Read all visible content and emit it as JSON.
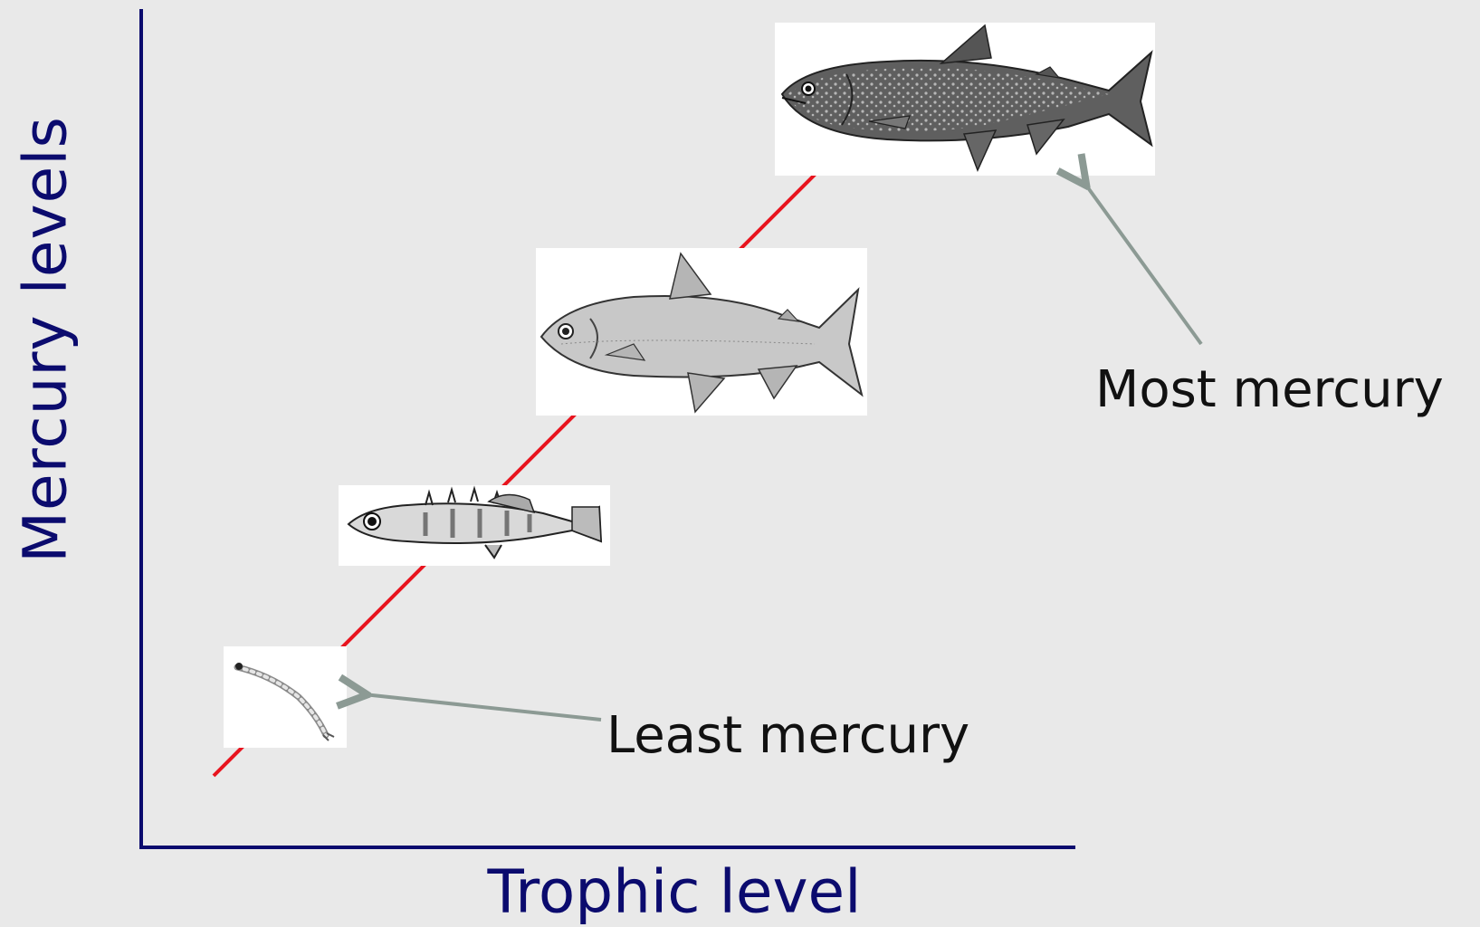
{
  "axes": {
    "y_label": "Mercury levels",
    "x_label": "Trophic level",
    "axis_color": "#0b0b6e"
  },
  "trend_line_color": "#e8141e",
  "organisms": [
    {
      "name": "insect-larva-image",
      "icon": "larva"
    },
    {
      "name": "small-fish-image",
      "icon": "stickleback"
    },
    {
      "name": "medium-fish-image",
      "icon": "whitefish"
    },
    {
      "name": "large-fish-image",
      "icon": "trout"
    }
  ],
  "callouts": {
    "most": "Most mercury",
    "least": "Least mercury",
    "arrow_color": "#8c9a94"
  }
}
